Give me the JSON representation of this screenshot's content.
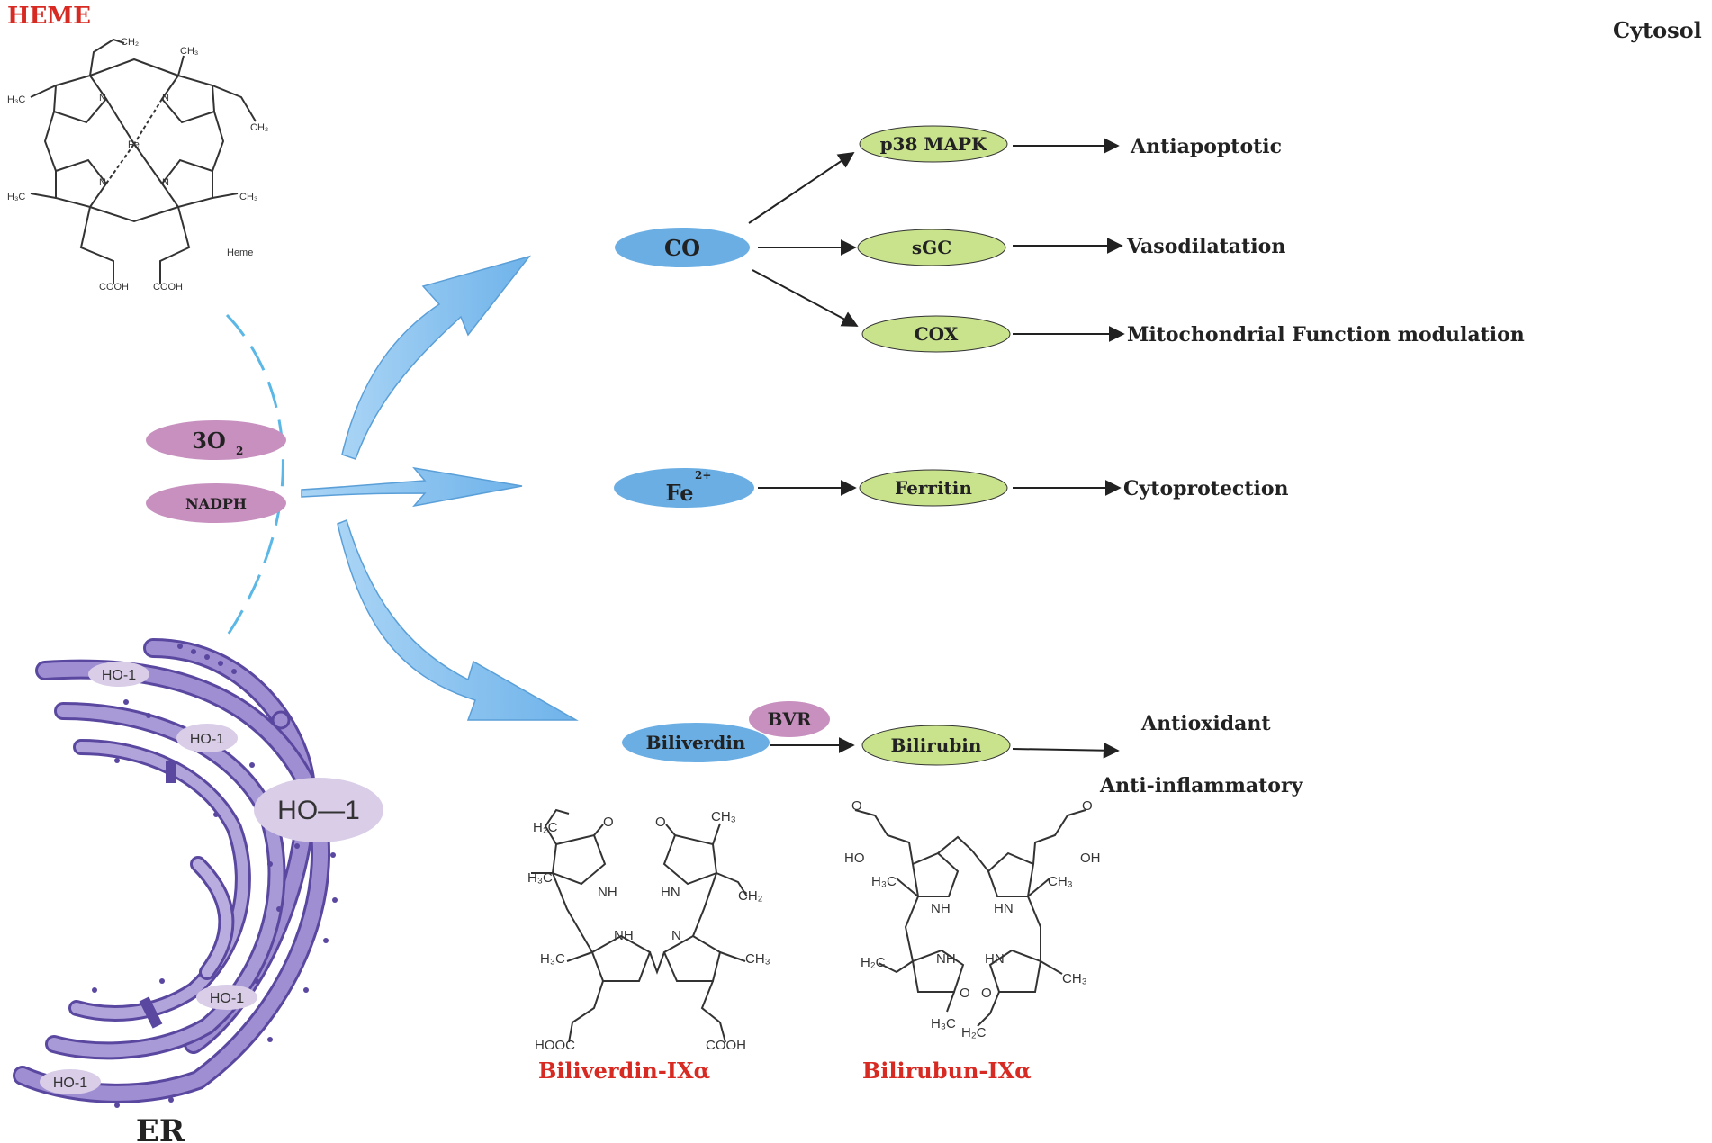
{
  "colors": {
    "blue_node": "#6aaee4",
    "green_node": "#c9e38d",
    "pink_node": "#c790bf",
    "er_purple": "#9f8fd2",
    "er_stroke": "#5a48a0",
    "ho_label_bg": "#d9cde8",
    "red_text": "#d62a22",
    "big_arrow": "#87c2ef",
    "dashed_line": "#5ab7e6"
  },
  "labels": {
    "heme": "HEME",
    "cytosol": "Cytosol",
    "er": "ER",
    "biliverdin_ix": "Biliverdin-IXα",
    "bilirubin_ix": "Bilirubun-IXα",
    "o2_main": "3O",
    "o2_sub": "2",
    "nadph": "NADPH",
    "ho1_large": "HO—1",
    "ho1_small": "HO-1"
  },
  "nodes": {
    "co": "CO",
    "fe_main": "Fe",
    "fe_sup": "2+",
    "biliverdin": "Biliverdin",
    "bvr": "BVR",
    "p38": "p38 MAPK",
    "sgc": "sGC",
    "cox": "COX",
    "ferritin": "Ferritin",
    "bilirubin": "Bilirubin"
  },
  "outcomes": {
    "antiapoptotic": "Antiapoptotic",
    "vasodilatation": "Vasodilatation",
    "mito": "Mitochondrial Function modulation",
    "cytoprotection": "Cytoprotection",
    "antioxidant": "Antioxidant",
    "antiinflammatory": "Anti-inflammatory"
  },
  "chem": {
    "heme": {
      "ch2_top": "CH₂",
      "ch3_top": "CH₃",
      "h3c_left1": "H₃C",
      "ch2_right": "CH₂",
      "n1": "N",
      "n2": "N",
      "n3": "N",
      "n4": "N",
      "fe": "Fe",
      "h3c_left2": "H₃C",
      "ch3_right2": "CH₃",
      "cooh1": "COOH",
      "cooh2": "COOH",
      "caption": "Heme"
    },
    "biliverdin": {
      "h2c": "H₂C",
      "h3c1": "H₃C",
      "nh1": "NH",
      "o1": "O",
      "o2": "O",
      "ch3_1": "CH₃",
      "hn1": "HN",
      "ch2": "CH₂",
      "nh2": "NH",
      "n": "N",
      "h3c2": "H₃C",
      "ch3_2": "CH₃",
      "hooc": "HOOC",
      "cooh": "COOH"
    },
    "bilirubin": {
      "o1": "O",
      "o2": "O",
      "ho": "HO",
      "oh": "OH",
      "h3c1": "H₃C",
      "ch3_1": "CH₃",
      "nh1": "NH",
      "hn1": "HN",
      "h2c": "H₂C",
      "nh2": "NH",
      "hn2": "HN",
      "ch3_2": "CH₃",
      "h3c2": "H₃C",
      "o3": "O",
      "o4": "O",
      "h2c2": "H₂C"
    }
  }
}
